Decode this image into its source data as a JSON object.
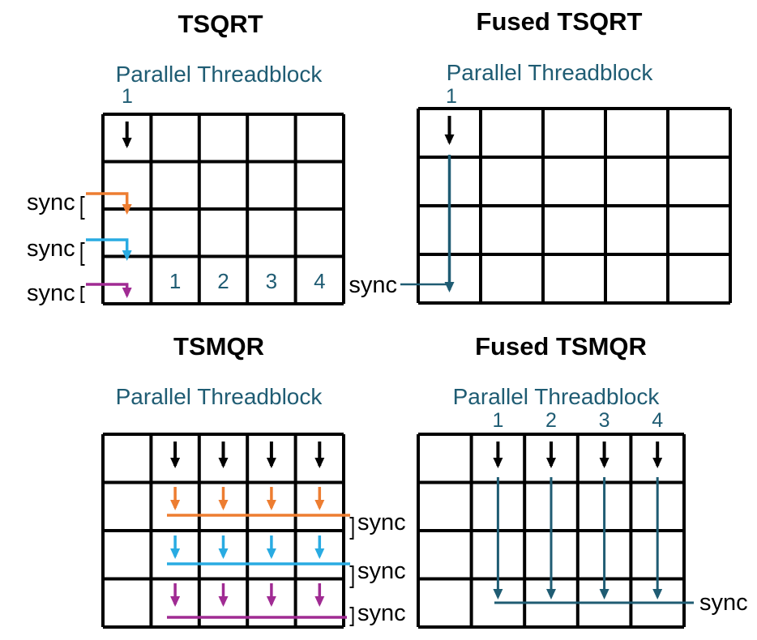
{
  "colors": {
    "grid": "#000000",
    "teal_text": "#1F5C73",
    "teal_arrow": "#1F5C73",
    "orange_arrow": "#ED7D31",
    "cyan_arrow": "#29ABE2",
    "magenta_arrow": "#A02B93"
  },
  "panels": {
    "tsqrt": {
      "title": "TSQRT",
      "subtitle": "Parallel Threadblock",
      "column_label": "1",
      "sync_labels": [
        "sync",
        "sync",
        "sync"
      ],
      "bottom_row_numbers": [
        "1",
        "2",
        "3",
        "4"
      ]
    },
    "fused_tsqrt": {
      "title": "Fused TSQRT",
      "subtitle": "Parallel Threadblock",
      "column_label": "1",
      "sync_label": "sync"
    },
    "tsmqr": {
      "title": "TSMQR",
      "subtitle": "Parallel Threadblock",
      "sync_labels": [
        "sync",
        "sync",
        "sync"
      ]
    },
    "fused_tsmqr": {
      "title": "Fused TSMQR",
      "subtitle": "Parallel Threadblock",
      "column_labels": [
        "1",
        "2",
        "3",
        "4"
      ],
      "sync_label": "sync"
    }
  }
}
